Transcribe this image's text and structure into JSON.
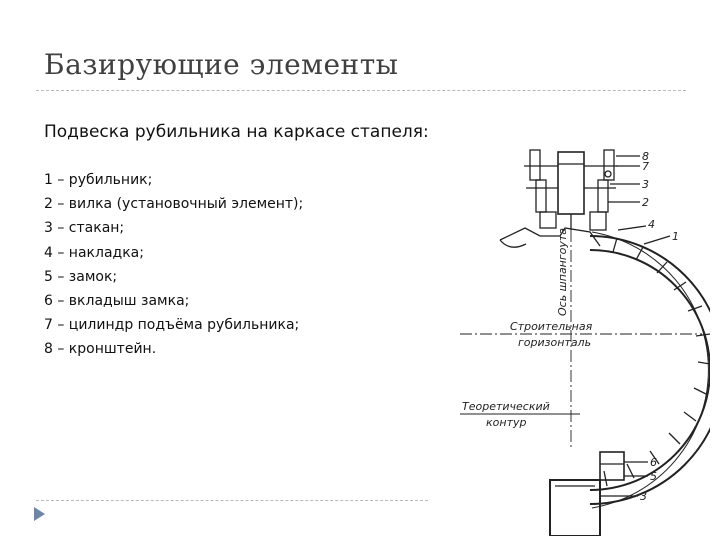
{
  "slide": {
    "title": "Базирующие элементы",
    "subtitle": "Подвеска рубильника на каркасе стапеля:",
    "items": [
      "1 – рубильник;",
      "2 – вилка (установочный элемент);",
      "3 – стакан;",
      "4 – накладка;",
      "5 – замок;",
      "6 – вкладыш замка;",
      "7 – цилиндр подъёма рубильника;",
      "8 – кронштейн."
    ]
  },
  "diagram": {
    "callouts_top": [
      "8",
      "7",
      "3",
      "2",
      "4",
      "1"
    ],
    "callouts_bottom": [
      "6",
      "5",
      "3"
    ],
    "label_axis": "Ось шпангоута",
    "label_horizontal_1": "Строительная",
    "label_horizontal_2": "горизонталь",
    "label_contour_1": "Теоретический",
    "label_contour_2": "контур"
  },
  "colors": {
    "title": "#404040",
    "rule": "#b8b8b8",
    "arrow": "#6d86a6",
    "ink": "#222222"
  }
}
